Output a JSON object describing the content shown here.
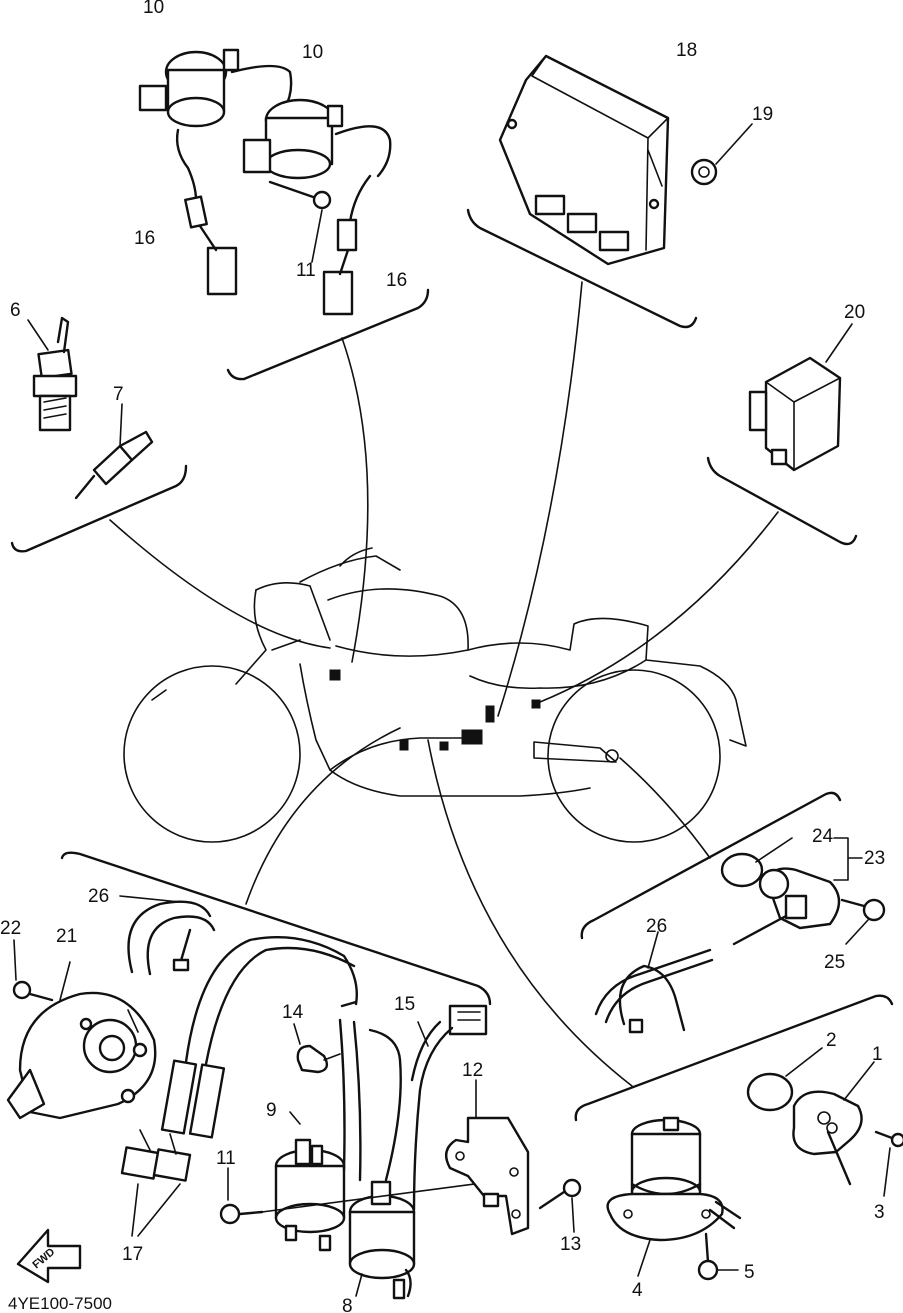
{
  "diagram": {
    "part_code": "4YE100-7500",
    "fwd_label": "FWD",
    "callouts": [
      {
        "id": "c1",
        "label": "1"
      },
      {
        "id": "c2",
        "label": "2"
      },
      {
        "id": "c3",
        "label": "3"
      },
      {
        "id": "c4",
        "label": "4"
      },
      {
        "id": "c5",
        "label": "5"
      },
      {
        "id": "c6",
        "label": "6"
      },
      {
        "id": "c7",
        "label": "7"
      },
      {
        "id": "c8",
        "label": "8"
      },
      {
        "id": "c9",
        "label": "9"
      },
      {
        "id": "c10a",
        "label": "10"
      },
      {
        "id": "c10b",
        "label": "10"
      },
      {
        "id": "c11a",
        "label": "11"
      },
      {
        "id": "c11b",
        "label": "11"
      },
      {
        "id": "c12",
        "label": "12"
      },
      {
        "id": "c13",
        "label": "13"
      },
      {
        "id": "c14",
        "label": "14"
      },
      {
        "id": "c15",
        "label": "15"
      },
      {
        "id": "c16a",
        "label": "16"
      },
      {
        "id": "c16b",
        "label": "16"
      },
      {
        "id": "c17",
        "label": "17"
      },
      {
        "id": "c18",
        "label": "18"
      },
      {
        "id": "c19",
        "label": "19"
      },
      {
        "id": "c20",
        "label": "20"
      },
      {
        "id": "c21",
        "label": "21"
      },
      {
        "id": "c22",
        "label": "22"
      },
      {
        "id": "c23",
        "label": "23"
      },
      {
        "id": "c24",
        "label": "24"
      },
      {
        "id": "c25",
        "label": "25"
      },
      {
        "id": "c26a",
        "label": "26"
      },
      {
        "id": "c26b",
        "label": "26"
      }
    ]
  }
}
